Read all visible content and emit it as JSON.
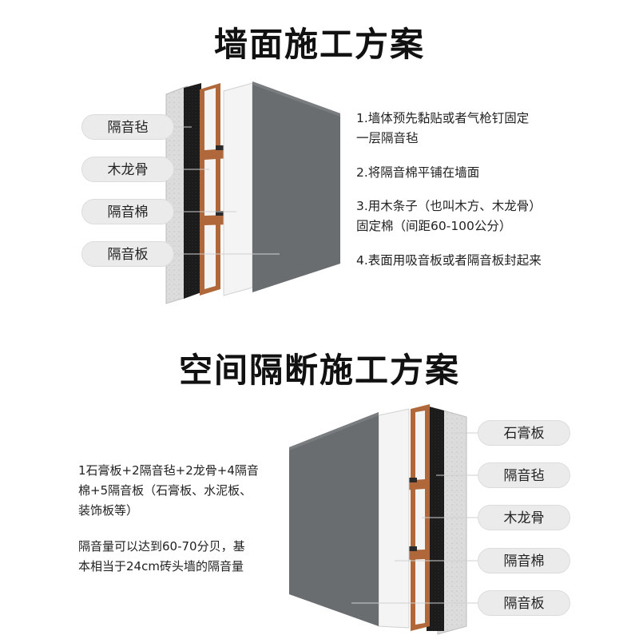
{
  "wall": {
    "title": "墙面施工方案",
    "labels": [
      "隔音毡",
      "木龙骨",
      "隔音棉",
      "隔音板"
    ],
    "steps": [
      "1.墙体预先黏贴或者气枪钉固定",
      "  一层隔音毡",
      "2.将隔音棉平铺在墙面",
      "3.用木条子（也叫木方、木龙骨）",
      "  固定棉（间距60-100公分）",
      "4.表面用吸音板或者隔音板封起来"
    ]
  },
  "partition": {
    "title": "空间隔断施工方案",
    "labels": [
      "石膏板",
      "隔音毡",
      "木龙骨",
      "隔音棉",
      "隔音板"
    ],
    "desc_lines": [
      "1石膏板+2隔音毡+2龙骨+4隔音",
      "棉+5隔音板（石膏板、水泥板、",
      "装饰板等）"
    ],
    "result_lines": [
      "隔音量可以达到60-70分贝，基",
      "本相当于24cm砖头墙的隔音量"
    ]
  },
  "colors": {
    "gypsum": "#d9d9d9",
    "felt": "#1c1c1c",
    "wood": "#b0673a",
    "cotton": "#f3f3f3",
    "board": "#6b6e70"
  }
}
